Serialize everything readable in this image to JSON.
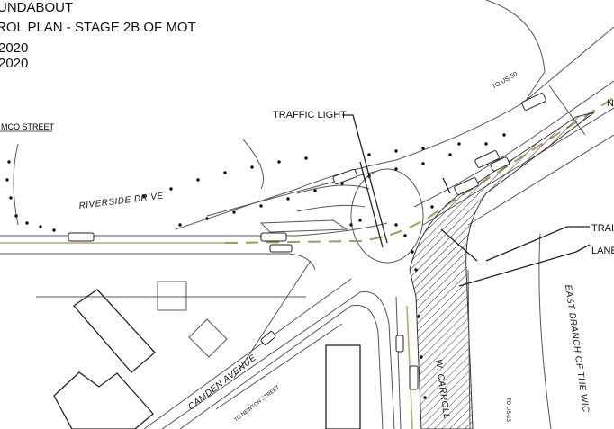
{
  "title": {
    "line1": "UNDABOUT",
    "line2": "ROL PLAN - STAGE 2B OF MOT",
    "date1": "2020",
    "date2": "2020"
  },
  "labels": {
    "street_top_left": "MCO STREET",
    "traffic_light": "TRAFFIC LIGHT",
    "riverside": "RIVERSIDE DRIVE",
    "to_us50": "TO US-50",
    "right_edge": "N",
    "callout_1": "TRAI",
    "callout_2": "LANE",
    "camden": "CAMDEN AVENUE",
    "to_newton": "TO NEWTON STREET",
    "carroll": "W. CARROLL",
    "to_us13": "TO US-13",
    "east_branch": "EAST BRANCH OF THE WIC"
  },
  "colors": {
    "centerline": "#b8a86a",
    "linework": "#555555"
  }
}
